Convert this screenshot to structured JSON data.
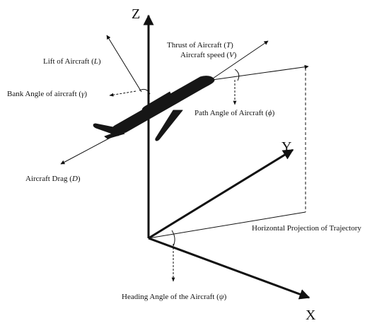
{
  "axes": {
    "z": "Z",
    "y": "Y",
    "x": "X"
  },
  "labels": {
    "thrust": {
      "prefix": "Thrust of Aircraft (",
      "symbol": "T",
      "suffix": ")"
    },
    "speed": {
      "prefix": "Aircraft speed (",
      "symbol": "V",
      "suffix": ")"
    },
    "lift": {
      "prefix": "Lift of Aircraft (",
      "symbol": "L",
      "suffix": ")"
    },
    "bank": {
      "prefix": "Bank Angle of aircraft (",
      "symbol": "γ",
      "suffix": ")"
    },
    "path": {
      "prefix": "Path Angle of Aircraft (",
      "symbol": "ϕ",
      "suffix": ")"
    },
    "drag": {
      "prefix": "Aircraft Drag (",
      "symbol": "D",
      "suffix": ")"
    },
    "horizontal_projection": "Horizontal Projection of Trajectory",
    "heading": {
      "prefix": "Heading Angle of the Aircraft (",
      "symbol": "ψ",
      "suffix": ")"
    }
  },
  "colors": {
    "ink": "#111111",
    "aircraft": "#161616",
    "background": "#ffffff"
  },
  "icons": {
    "aircraft": "aircraft-silhouette-icon"
  }
}
